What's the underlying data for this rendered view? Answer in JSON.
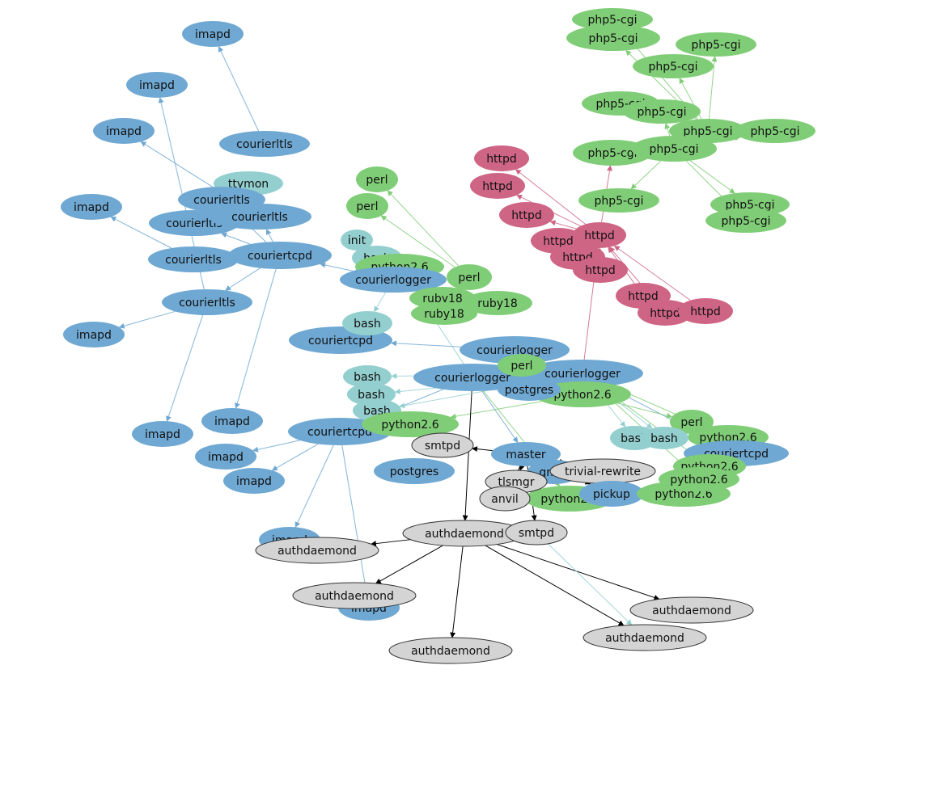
{
  "graph": {
    "colors": {
      "courier": "#6fa8d2",
      "shell": "#94cfcf",
      "script": "#80cd77",
      "web": "#cf6585",
      "mail": "#d4d4d4",
      "mail_stroke": "#333333",
      "edge_courier": "#6fa8d2",
      "edge_script": "#80cd77",
      "edge_web": "#cf6585",
      "edge_mail": "#000000",
      "edge_shell": "#94cfcf"
    },
    "nodes": [
      {
        "id": "n1",
        "label": "imapd",
        "kind": "courier"
      },
      {
        "id": "n2",
        "label": "imapd",
        "kind": "courier"
      },
      {
        "id": "n3",
        "label": "imapd",
        "kind": "courier"
      },
      {
        "id": "n4",
        "label": "imapd",
        "kind": "courier"
      },
      {
        "id": "n5",
        "label": "imapd",
        "kind": "courier"
      },
      {
        "id": "n6",
        "label": "imapd",
        "kind": "courier"
      },
      {
        "id": "n7",
        "label": "imapd",
        "kind": "courier"
      },
      {
        "id": "n8",
        "label": "imapd",
        "kind": "courier"
      },
      {
        "id": "n9",
        "label": "imapd",
        "kind": "courier"
      },
      {
        "id": "n10",
        "label": "imapd",
        "kind": "courier"
      },
      {
        "id": "n11",
        "label": "imapd",
        "kind": "courier"
      },
      {
        "id": "n12",
        "label": "courierltls",
        "kind": "courier"
      },
      {
        "id": "n13",
        "label": "ttymon",
        "kind": "shell"
      },
      {
        "id": "n14",
        "label": "courierltls",
        "kind": "courier"
      },
      {
        "id": "n15",
        "label": "courierltls",
        "kind": "courier"
      },
      {
        "id": "n16",
        "label": "courierltls",
        "kind": "courier"
      },
      {
        "id": "n17",
        "label": "courierltls",
        "kind": "courier"
      },
      {
        "id": "n18",
        "label": "couriertcpd",
        "kind": "courier"
      },
      {
        "id": "n19",
        "label": "courierltls",
        "kind": "courier"
      },
      {
        "id": "n20",
        "label": "couriertcpd",
        "kind": "courier"
      },
      {
        "id": "n21",
        "label": "couriertcpd",
        "kind": "courier"
      },
      {
        "id": "n22",
        "label": "perl",
        "kind": "script"
      },
      {
        "id": "n23",
        "label": "perl",
        "kind": "script"
      },
      {
        "id": "n24",
        "label": "init",
        "kind": "shell"
      },
      {
        "id": "n25",
        "label": "bash",
        "kind": "shell"
      },
      {
        "id": "n26",
        "label": "bash",
        "kind": "shell"
      },
      {
        "id": "n27",
        "label": "python2.6",
        "kind": "script"
      },
      {
        "id": "n28",
        "label": "courierlogger",
        "kind": "courier"
      },
      {
        "id": "n29",
        "label": "perl",
        "kind": "script"
      },
      {
        "id": "n30",
        "label": "ruby18",
        "kind": "script"
      },
      {
        "id": "n31",
        "label": "ruby18",
        "kind": "script"
      },
      {
        "id": "n32",
        "label": "ruby18",
        "kind": "script"
      },
      {
        "id": "n33",
        "label": "bash",
        "kind": "shell"
      },
      {
        "id": "n34",
        "label": "courierlogger",
        "kind": "courier"
      },
      {
        "id": "n35",
        "label": "courierlogger",
        "kind": "courier"
      },
      {
        "id": "n36",
        "label": "courierlogger",
        "kind": "courier"
      },
      {
        "id": "n37",
        "label": "python2.6",
        "kind": "script"
      },
      {
        "id": "n38",
        "label": "perl",
        "kind": "script"
      },
      {
        "id": "n39",
        "label": "bash",
        "kind": "shell"
      },
      {
        "id": "n40",
        "label": "bash",
        "kind": "shell"
      },
      {
        "id": "n41",
        "label": "bash",
        "kind": "shell"
      },
      {
        "id": "n42",
        "label": "python2.6",
        "kind": "script"
      },
      {
        "id": "n43",
        "label": "python2.6",
        "kind": "script"
      },
      {
        "id": "n44",
        "label": "postgres",
        "kind": "courier"
      },
      {
        "id": "n45",
        "label": "smtpd",
        "kind": "mail"
      },
      {
        "id": "n46",
        "label": "master",
        "kind": "courier"
      },
      {
        "id": "n47",
        "label": "qmgr",
        "kind": "courier"
      },
      {
        "id": "n48",
        "label": "trivial-rewrite",
        "kind": "mail"
      },
      {
        "id": "n49",
        "label": "tlsmgr",
        "kind": "mail"
      },
      {
        "id": "n50",
        "label": "anvil",
        "kind": "mail"
      },
      {
        "id": "n51",
        "label": "pickup",
        "kind": "courier"
      },
      {
        "id": "n52",
        "label": "python2.6",
        "kind": "script"
      },
      {
        "id": "n53",
        "label": "perl",
        "kind": "script"
      },
      {
        "id": "n54",
        "label": "python2.6",
        "kind": "script"
      },
      {
        "id": "n55",
        "label": "bash",
        "kind": "shell"
      },
      {
        "id": "n56",
        "label": "bash",
        "kind": "shell"
      },
      {
        "id": "n57",
        "label": "couriertcpd",
        "kind": "courier"
      },
      {
        "id": "n58",
        "label": "python2.6",
        "kind": "script"
      },
      {
        "id": "n59",
        "label": "python2.6",
        "kind": "script"
      },
      {
        "id": "n60",
        "label": "authdaemond",
        "kind": "mail"
      },
      {
        "id": "n61",
        "label": "smtpd",
        "kind": "mail"
      },
      {
        "id": "n62",
        "label": "authdaemond",
        "kind": "mail"
      },
      {
        "id": "n63",
        "label": "authdaemond",
        "kind": "mail"
      },
      {
        "id": "n64",
        "label": "authdaemond",
        "kind": "mail"
      },
      {
        "id": "n65",
        "label": "authdaemond",
        "kind": "mail"
      },
      {
        "id": "n66",
        "label": "authdaemond",
        "kind": "mail"
      },
      {
        "id": "n67",
        "label": "httpd",
        "kind": "web"
      },
      {
        "id": "n68",
        "label": "httpd",
        "kind": "web"
      },
      {
        "id": "n69",
        "label": "httpd",
        "kind": "web"
      },
      {
        "id": "n70",
        "label": "httpd",
        "kind": "web"
      },
      {
        "id": "n71",
        "label": "httpd",
        "kind": "web"
      },
      {
        "id": "n72",
        "label": "httpd",
        "kind": "web"
      },
      {
        "id": "n73",
        "label": "httpd",
        "kind": "web"
      },
      {
        "id": "n74",
        "label": "httpd",
        "kind": "web"
      },
      {
        "id": "n75",
        "label": "httpd",
        "kind": "web"
      },
      {
        "id": "n76",
        "label": "httpd",
        "kind": "web"
      },
      {
        "id": "n77",
        "label": "php5-cgi",
        "kind": "script"
      },
      {
        "id": "n78",
        "label": "php5-cgi",
        "kind": "script"
      },
      {
        "id": "n79",
        "label": "php5-cgi",
        "kind": "script"
      },
      {
        "id": "n80",
        "label": "php5-cgi",
        "kind": "script"
      },
      {
        "id": "n81",
        "label": "php5-cgi",
        "kind": "script"
      },
      {
        "id": "n82",
        "label": "php5-cgi",
        "kind": "script"
      },
      {
        "id": "n83",
        "label": "php5-cgi",
        "kind": "script"
      },
      {
        "id": "n84",
        "label": "php5-cgi",
        "kind": "script"
      },
      {
        "id": "n85",
        "label": "php5-cgi",
        "kind": "script"
      },
      {
        "id": "n86",
        "label": "php5-cgi",
        "kind": "script"
      },
      {
        "id": "n87",
        "label": "php5-cgi",
        "kind": "script"
      },
      {
        "id": "n88",
        "label": "php5-cgi",
        "kind": "script"
      },
      {
        "id": "n89",
        "label": "php5-cgi",
        "kind": "script"
      },
      {
        "id": "n90",
        "label": "postgres",
        "kind": "courier"
      }
    ],
    "edges": [
      {
        "from": "n12",
        "to": "n1",
        "kind": "courier"
      },
      {
        "from": "n19",
        "to": "n2",
        "kind": "courier"
      },
      {
        "from": "n16",
        "to": "n3",
        "kind": "courier"
      },
      {
        "from": "n17",
        "to": "n4",
        "kind": "courier"
      },
      {
        "from": "n19",
        "to": "n5",
        "kind": "courier"
      },
      {
        "from": "n18",
        "to": "n16",
        "kind": "courier"
      },
      {
        "from": "n18",
        "to": "n14",
        "kind": "courier"
      },
      {
        "from": "n18",
        "to": "n17",
        "kind": "courier"
      },
      {
        "from": "n18",
        "to": "n19",
        "kind": "courier"
      },
      {
        "from": "n18",
        "to": "n15",
        "kind": "courier"
      },
      {
        "from": "n19",
        "to": "n6",
        "kind": "courier"
      },
      {
        "from": "n18",
        "to": "n7",
        "kind": "courier"
      },
      {
        "from": "n21",
        "to": "n8",
        "kind": "courier"
      },
      {
        "from": "n21",
        "to": "n9",
        "kind": "courier"
      },
      {
        "from": "n21",
        "to": "n10",
        "kind": "courier"
      },
      {
        "from": "n21",
        "to": "n11",
        "kind": "courier"
      },
      {
        "from": "n28",
        "to": "n18",
        "kind": "courier"
      },
      {
        "from": "n35",
        "to": "n21",
        "kind": "courier"
      },
      {
        "from": "n34",
        "to": "n20",
        "kind": "courier"
      },
      {
        "from": "n29",
        "to": "n22",
        "kind": "script"
      },
      {
        "from": "n29",
        "to": "n23",
        "kind": "script"
      },
      {
        "from": "n36",
        "to": "n57",
        "kind": "courier"
      },
      {
        "from": "n37",
        "to": "n42",
        "kind": "script"
      },
      {
        "from": "n37",
        "to": "n53",
        "kind": "script"
      },
      {
        "from": "n46",
        "to": "n47",
        "kind": "mail"
      },
      {
        "from": "n46",
        "to": "n48",
        "kind": "mail"
      },
      {
        "from": "n46",
        "to": "n49",
        "kind": "mail"
      },
      {
        "from": "n46",
        "to": "n50",
        "kind": "mail"
      },
      {
        "from": "n46",
        "to": "n51",
        "kind": "mail"
      },
      {
        "from": "n46",
        "to": "n45",
        "kind": "mail"
      },
      {
        "from": "n46",
        "to": "n61",
        "kind": "mail"
      },
      {
        "from": "n35",
        "to": "n60",
        "kind": "mail"
      },
      {
        "from": "n60",
        "to": "n62",
        "kind": "mail"
      },
      {
        "from": "n60",
        "to": "n63",
        "kind": "mail"
      },
      {
        "from": "n60",
        "to": "n64",
        "kind": "mail"
      },
      {
        "from": "n60",
        "to": "n65",
        "kind": "mail"
      },
      {
        "from": "n60",
        "to": "n66",
        "kind": "mail"
      },
      {
        "from": "n71",
        "to": "n67",
        "kind": "web"
      },
      {
        "from": "n71",
        "to": "n68",
        "kind": "web"
      },
      {
        "from": "n71",
        "to": "n69",
        "kind": "web"
      },
      {
        "from": "n71",
        "to": "n70",
        "kind": "web"
      },
      {
        "from": "n73",
        "to": "n71",
        "kind": "web"
      },
      {
        "from": "n74",
        "to": "n71",
        "kind": "web"
      },
      {
        "from": "n75",
        "to": "n71",
        "kind": "web"
      },
      {
        "from": "n76",
        "to": "n71",
        "kind": "web"
      },
      {
        "from": "n72",
        "to": "n71",
        "kind": "web"
      },
      {
        "from": "n71",
        "to": "n85",
        "kind": "web"
      },
      {
        "from": "n36",
        "to": "n71",
        "kind": "web"
      },
      {
        "from": "n83",
        "to": "n77",
        "kind": "script"
      },
      {
        "from": "n83",
        "to": "n78",
        "kind": "script"
      },
      {
        "from": "n83",
        "to": "n79",
        "kind": "script"
      },
      {
        "from": "n83",
        "to": "n80",
        "kind": "script"
      },
      {
        "from": "n83",
        "to": "n81",
        "kind": "script"
      },
      {
        "from": "n86",
        "to": "n82",
        "kind": "script"
      },
      {
        "from": "n86",
        "to": "n84",
        "kind": "script"
      },
      {
        "from": "n86",
        "to": "n85",
        "kind": "script"
      },
      {
        "from": "n86",
        "to": "n87",
        "kind": "script"
      },
      {
        "from": "n86",
        "to": "n88",
        "kind": "script"
      },
      {
        "from": "n86",
        "to": "n89",
        "kind": "script"
      },
      {
        "from": "n28",
        "to": "n33",
        "kind": "shell"
      },
      {
        "from": "n36",
        "to": "n39",
        "kind": "shell"
      },
      {
        "from": "n36",
        "to": "n40",
        "kind": "shell"
      },
      {
        "from": "n36",
        "to": "n41",
        "kind": "shell"
      },
      {
        "from": "n35",
        "to": "n27",
        "kind": "shell"
      },
      {
        "from": "n36",
        "to": "n55",
        "kind": "shell"
      },
      {
        "from": "n36",
        "to": "n56",
        "kind": "shell"
      },
      {
        "from": "n36",
        "to": "n54",
        "kind": "script"
      },
      {
        "from": "n36",
        "to": "n58",
        "kind": "script"
      },
      {
        "from": "n36",
        "to": "n59",
        "kind": "script"
      },
      {
        "from": "n35",
        "to": "n43",
        "kind": "script"
      },
      {
        "from": "n35",
        "to": "n46",
        "kind": "courier"
      },
      {
        "from": "n61",
        "to": "n66",
        "kind": "shell"
      }
    ]
  }
}
